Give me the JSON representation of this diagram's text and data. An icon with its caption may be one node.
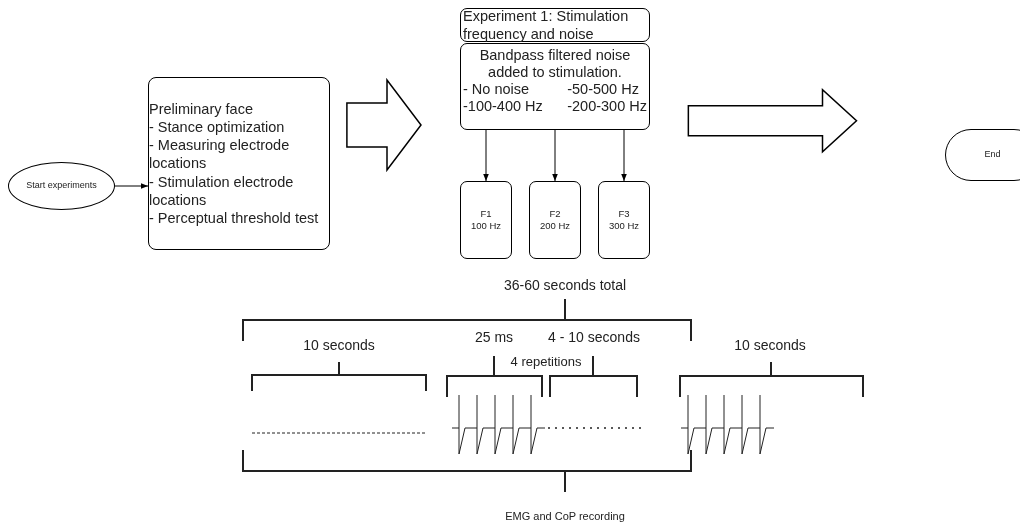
{
  "diagram": {
    "nodes": [
      {
        "text": [
          "Start experiments"
        ]
      },
      {
        "text": [
          "Preliminary face",
          "- Stance optimization",
          "- Measuring electrode locations",
          "- Stimulation electrode locations",
          "- Perceptual threshold test"
        ]
      },
      {
        "text": [
          "Experiment 1: Stimulation frequency and noise"
        ]
      },
      {
        "text": [
          "Bandpass filtered noise added to stimulation.",
          "- No noise",
          "-50-500 Hz",
          "-100-400 Hz",
          "-200-300 Hz"
        ]
      },
      {
        "text": [
          "F1",
          "100 Hz"
        ]
      },
      {
        "text": [
          "F2",
          "200 Hz"
        ]
      },
      {
        "text": [
          "F3",
          "300 Hz"
        ]
      },
      {
        "text": [
          "End"
        ]
      }
    ],
    "edges": [
      {
        "from": 0,
        "to": 1,
        "arrow": "to"
      },
      {
        "from": 1,
        "to": 3,
        "arrow": "to",
        "style": "thick"
      },
      {
        "from": 3,
        "to": 4,
        "arrow": "to"
      },
      {
        "from": 3,
        "to": 5,
        "arrow": "to"
      },
      {
        "from": 3,
        "to": 6,
        "arrow": "to"
      },
      {
        "from": 3,
        "to": 7,
        "arrow": "to",
        "style": "thick"
      }
    ],
    "labels": [
      "36-60 seconds total",
      "10 seconds",
      "25 ms",
      "4 - 10 seconds",
      "4 repetitions",
      "10 seconds",
      "EMG and CoP recording"
    ]
  }
}
